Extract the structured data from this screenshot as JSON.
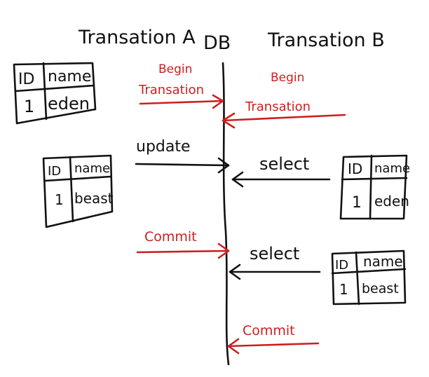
{
  "headers": {
    "transaction_a": "Transation A",
    "db": "DB",
    "transaction_b": "Transation B"
  },
  "tables": {
    "a_before": {
      "col_id": "ID",
      "col_name": "name",
      "id": "1",
      "name": "eden"
    },
    "a_after": {
      "col_id": "ID",
      "col_name": "name",
      "id": "1",
      "name": "beast"
    },
    "b_first_select": {
      "col_id": "ID",
      "col_name": "name",
      "id": "1",
      "name": "eden"
    },
    "b_second_select": {
      "col_id": "ID",
      "col_name": "name",
      "id": "1",
      "name": "beast"
    }
  },
  "arrows": {
    "a_begin_line1": "Begin",
    "a_begin_line2": "Transation",
    "b_begin_line1": "Begin",
    "b_begin_line2": "Transation",
    "a_update": "update",
    "b_select_1": "select",
    "a_commit": "Commit",
    "b_select_2": "select",
    "b_commit": "Commit"
  },
  "colors": {
    "ink": "#111111",
    "accent": "#cc1f1f"
  }
}
